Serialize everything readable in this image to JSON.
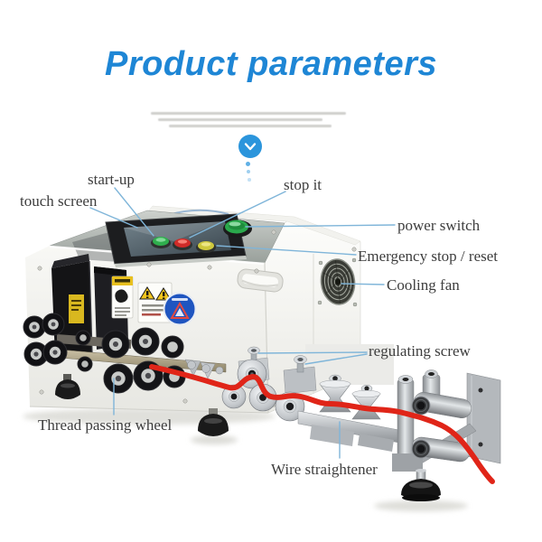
{
  "page": {
    "title": "Product parameters",
    "fine_print_lines": 3,
    "fine_print_legible": false
  },
  "labels": {
    "touch_screen": "touch screen",
    "start_up": "start-up",
    "stop_it": "stop it",
    "power_switch": "power switch",
    "emergency_stop_reset": "Emergency stop / reset",
    "cooling_fan": "Cooling fan",
    "regulating_screw": "regulating screw",
    "thread_passing_wheel": "Thread passing wheel",
    "wire_straightener": "Wire straightener"
  },
  "colors": {
    "title_blue": "#1e86d5",
    "leader_line_blue": "#7fb5d9",
    "label_text": "#3d3d3d",
    "scroll_icon_blue": "#2b95dc",
    "wire_red": "#e02518",
    "start_button_green": "#2fae4d",
    "stop_button_red": "#d02b28",
    "emergency_button_yellow": "#cfc93e",
    "power_switch_green": "#2aa94c",
    "caution_sticker_yellow": "#e8c01e",
    "round_sticker_blue": "#1f55c0",
    "control_panel_gray": "#b3b8b4",
    "machine_body_white": "#f6f6f3"
  }
}
